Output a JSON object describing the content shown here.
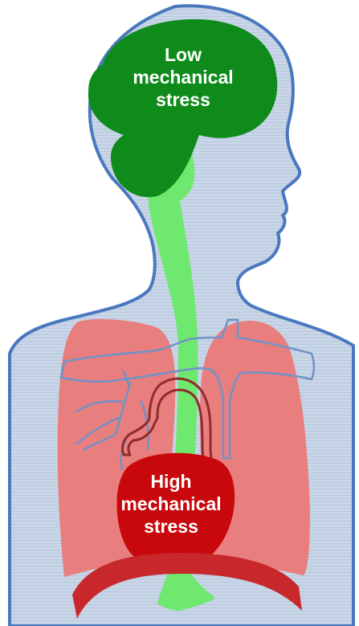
{
  "labels": {
    "brain": [
      "Low",
      "mechanical",
      "stress"
    ],
    "heart": [
      "High",
      "mechanical",
      "stress"
    ]
  },
  "colors": {
    "body_fill": "#c9d6e8",
    "body_stripe": "#b8c7dc",
    "body_outline": "#4a78bf",
    "brain": "#0f8b1c",
    "spinal_cord": "#6ee86e",
    "lungs": "#e97e7e",
    "airways": "#6f93c7",
    "heart": "#c8080c",
    "aorta": "#8f2b2b",
    "diaphragm": "#c8282c",
    "label_text": "#ffffff"
  },
  "parts": [
    "body",
    "brain",
    "spinal-cord",
    "lungs",
    "airways",
    "heart",
    "aorta",
    "diaphragm"
  ]
}
